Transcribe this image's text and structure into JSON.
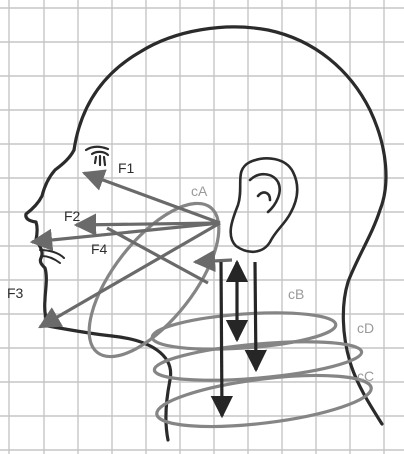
{
  "labels": {
    "f1": "F1",
    "f2": "F2",
    "f3": "F3",
    "f4": "F4",
    "ca": "cA",
    "cb": "cB",
    "cc": "cC",
    "cd": "cD"
  },
  "colors": {
    "grid": "#c6c6c6",
    "outline": "#2b2b2b",
    "force_arrow": "#6a6a6a",
    "vertical_arrow": "#262626",
    "ellipse": "#858585",
    "force_label": "#2e2e2e",
    "ellipse_label": "#9a9a9a"
  }
}
